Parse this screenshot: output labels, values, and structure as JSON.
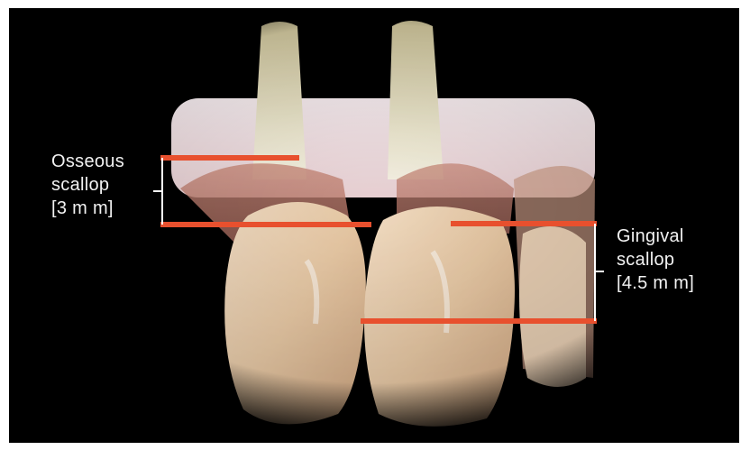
{
  "figure": {
    "osseous_label": {
      "line1": "Osseous",
      "line2": "scallop",
      "line3": "[3 m m]"
    },
    "gingival_label": {
      "line1": "Gingival",
      "line2": "scallop",
      "line3": "[4.5 m m]"
    }
  },
  "colors": {
    "background": "#000000",
    "marker_line": "#e8502e",
    "bracket": "#ffffff",
    "label_text": "#f2f2f2"
  },
  "icons": {
    "photo": "dental-anatomy-photo"
  }
}
